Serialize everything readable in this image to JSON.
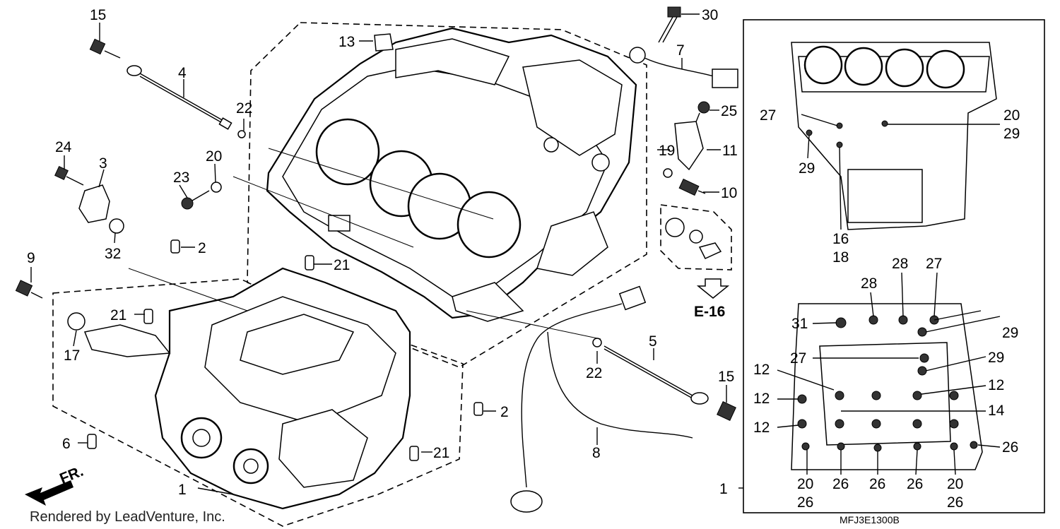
{
  "callouts": [
    "15",
    "4",
    "22",
    "24",
    "3",
    "20",
    "23",
    "32",
    "2",
    "9",
    "21",
    "17",
    "6",
    "1",
    "13",
    "30",
    "7",
    "25",
    "19",
    "11",
    "10",
    "5",
    "8",
    "27",
    "29",
    "16",
    "18",
    "28",
    "31",
    "12",
    "14",
    "26"
  ],
  "reference": {
    "label": "E-16"
  },
  "front_marker": {
    "label": "FR."
  },
  "footer": {
    "credit": "Rendered by LeadVenture, Inc.",
    "diagram_code": "MFJ3E1300B"
  }
}
